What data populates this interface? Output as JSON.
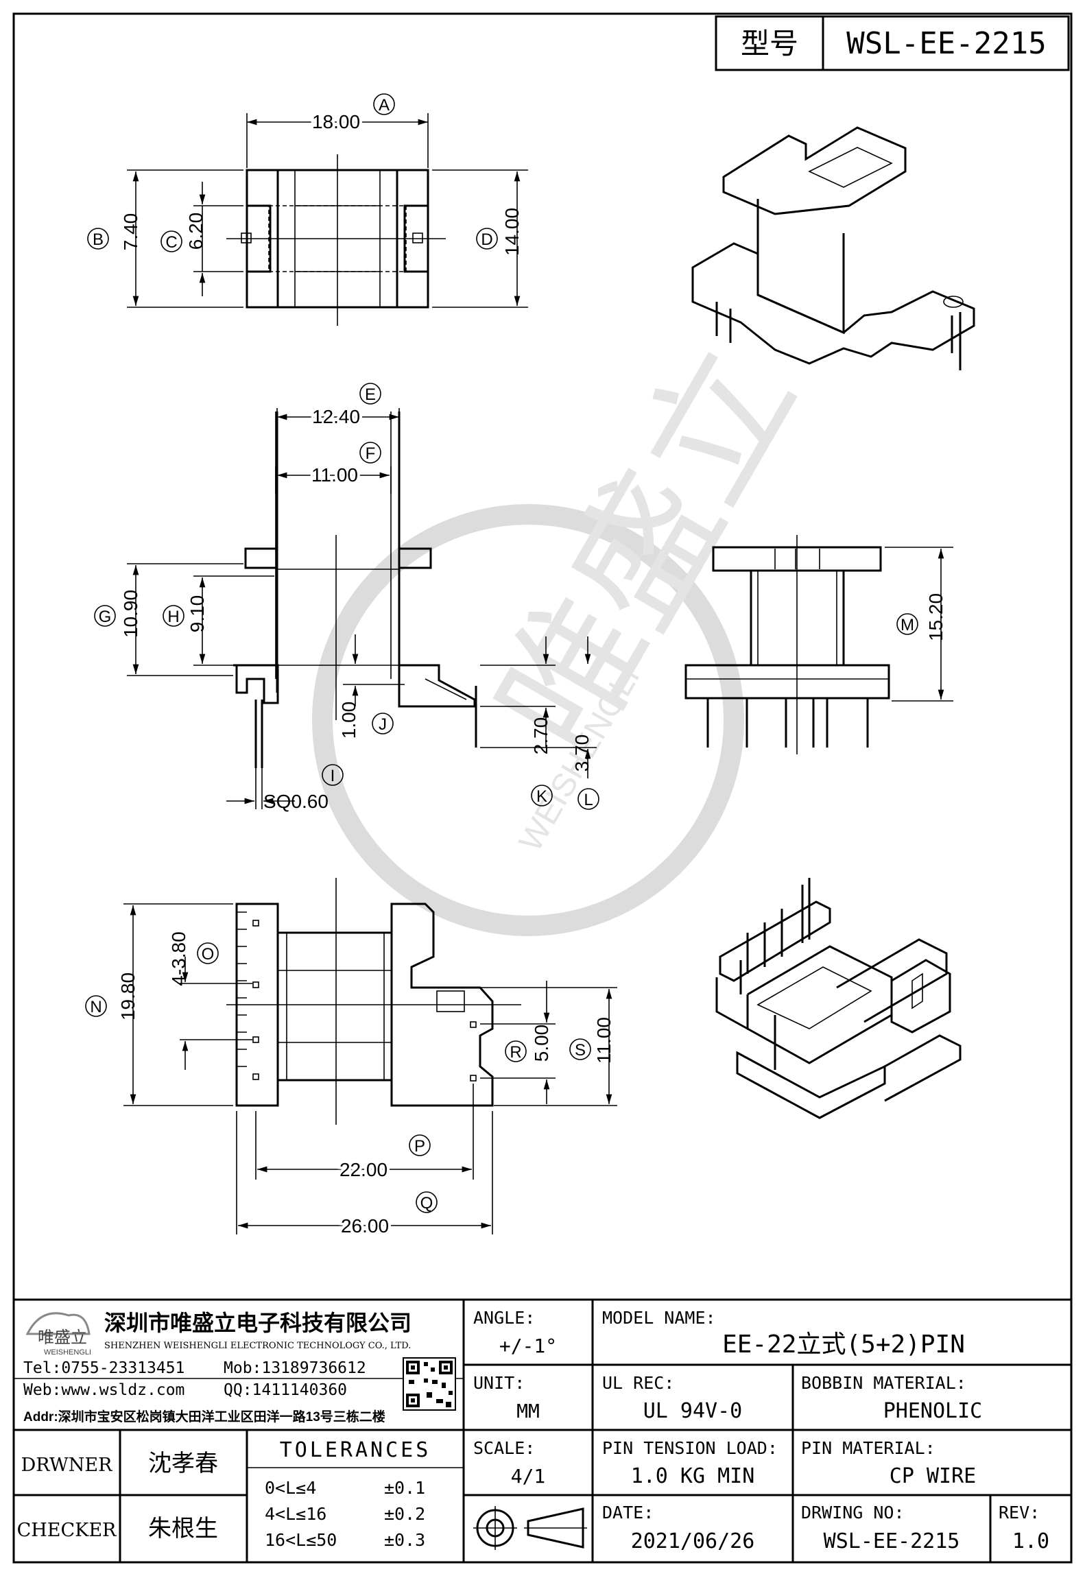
{
  "header": {
    "label": "型号",
    "model": "WSL-EE-2215"
  },
  "dims": {
    "A": {
      "letter": "A",
      "value": "18.00"
    },
    "B": {
      "letter": "B",
      "value": "7.40"
    },
    "C": {
      "letter": "C",
      "value": "6.20"
    },
    "D": {
      "letter": "D",
      "value": "14.00"
    },
    "E": {
      "letter": "E",
      "value": "12.40"
    },
    "F": {
      "letter": "F",
      "value": "11.00"
    },
    "G": {
      "letter": "G",
      "value": "10.90"
    },
    "H": {
      "letter": "H",
      "value": "9.10"
    },
    "I": {
      "letter": "I",
      "value": "SQ0.60"
    },
    "J": {
      "letter": "J",
      "value": "1.00"
    },
    "K": {
      "letter": "K",
      "value": "2.70"
    },
    "L": {
      "letter": "L",
      "value": "3.70"
    },
    "M": {
      "letter": "M",
      "value": "15.20"
    },
    "N": {
      "letter": "N",
      "value": "19.80"
    },
    "O": {
      "letter": "O",
      "value": "4-3.80"
    },
    "P": {
      "letter": "P",
      "value": "22.00"
    },
    "Q": {
      "letter": "Q",
      "value": "26.00"
    },
    "R": {
      "letter": "R",
      "value": "5.00"
    },
    "S": {
      "letter": "S",
      "value": "11.00"
    }
  },
  "watermark": {
    "text": "唯盛立",
    "sub": "WEISHENGLI"
  },
  "company": {
    "logo_text": "唯盛立",
    "logo_sub": "WEISHENGLI",
    "name_cn": "深圳市唯盛立电子科技有限公司",
    "name_en": "SHENZHEN WEISHENGLI ELECTRONIC TECHNOLOGY CO., LTD.",
    "tel": "Tel:0755-23313451",
    "mob": "Mob:13189736612",
    "web": "Web:www.wsldz.com",
    "qq": "QQ:1411140360",
    "addr": "Addr:深圳市宝安区松岗镇大田洋工业区田洋一路13号三栋二楼"
  },
  "titleblock": {
    "angle_label": "ANGLE:",
    "angle_value": "+/-1°",
    "model_label": "MODEL NAME:",
    "model_value": "EE-22立式(5+2)PIN",
    "unit_label": "UNIT:",
    "unit_value": "MM",
    "ul_label": "UL REC:",
    "ul_value": "UL 94V-0",
    "bobbin_label": "BOBBIN MATERIAL:",
    "bobbin_value": "PHENOLIC",
    "scale_label": "SCALE:",
    "scale_value": "4/1",
    "tension_label": "PIN TENSION LOAD:",
    "tension_value": "1.0 KG MIN",
    "pinmat_label": "PIN MATERIAL:",
    "pinmat_value": "CP WIRE",
    "date_label": "DATE:",
    "date_value": "2021/06/26",
    "dwgno_label": "DRWING NO:",
    "dwgno_value": "WSL-EE-2215",
    "rev_label": "REV:",
    "rev_value": "1.0",
    "drawer_label": "DRWNER",
    "drawer_value": "沈孝春",
    "checker_label": "CHECKER",
    "checker_value": "朱根生",
    "tol_title": "TOLERANCES",
    "tol": [
      {
        "range": "0<L≤4",
        "value": "±0.1"
      },
      {
        "range": "4<L≤16",
        "value": "±0.2"
      },
      {
        "range": "16<L≤50",
        "value": "±0.3"
      }
    ]
  }
}
